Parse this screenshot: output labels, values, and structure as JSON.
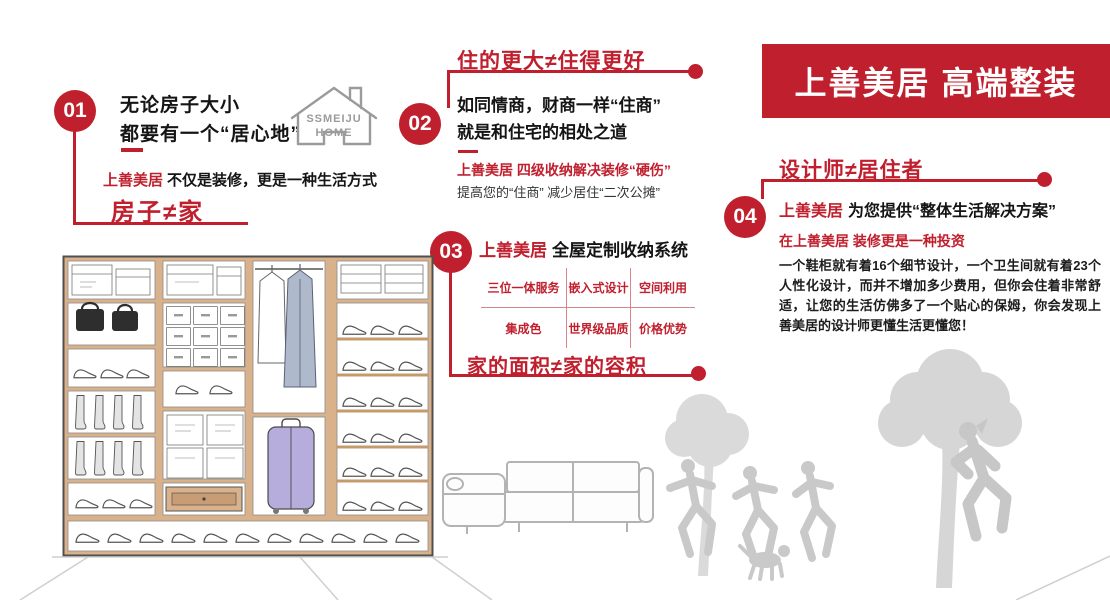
{
  "colors": {
    "accent_red": "#c0202e",
    "banner_bg": "#c0202e",
    "wardrobe_wood": "#d9b28c",
    "suitcase_purple": "#b6addc",
    "silhouette_gray": "#c9c9c9",
    "grid_border": "#d9868b"
  },
  "banner": {
    "title": "上善美居 高端整装"
  },
  "logo": {
    "line1": "SSMEIJU",
    "line2": "HOME"
  },
  "p1": {
    "num": "01",
    "line1": "无论房子大小",
    "line2": "都要有一个“居心地”",
    "slogan_red": "上善美居",
    "slogan_rest": "不仅是装修，更是一种生活方式",
    "heading": "房子≠家"
  },
  "p2": {
    "num": "02",
    "heading": "住的更大≠住得更好",
    "line1": "如同情商，财商一样“住商”",
    "line2": "就是和住宅的相处之道",
    "note_red": "上善美居 四级收纳解决装修“硬伤”",
    "note_black": "提高您的“住商” 减少居住“二次公摊”"
  },
  "p3": {
    "num": "03",
    "title_red": "上善美居",
    "title_rest": "全屋定制收纳系统",
    "cells": [
      "三位一体服务",
      "嵌入式设计",
      "空间利用",
      "集成色",
      "世界级品质",
      "价格优势"
    ],
    "heading": "家的面积≠家的容积"
  },
  "p4": {
    "num": "04",
    "heading": "设计师≠居住者",
    "line_red": "上善美居",
    "line_rest": "为您提供“整体生活解决方案”",
    "note_red": "在上善美居 装修更是一种投资",
    "paragraph": "一个鞋柜就有着16个细节设计，一个卫生间就有着23个人性化设计，而并不增加多少费用，但你会住着非常舒适，让您的生活仿佛多了一个贴心的保姆，你会发现上善美居的设计师更懂生活更懂您！"
  }
}
